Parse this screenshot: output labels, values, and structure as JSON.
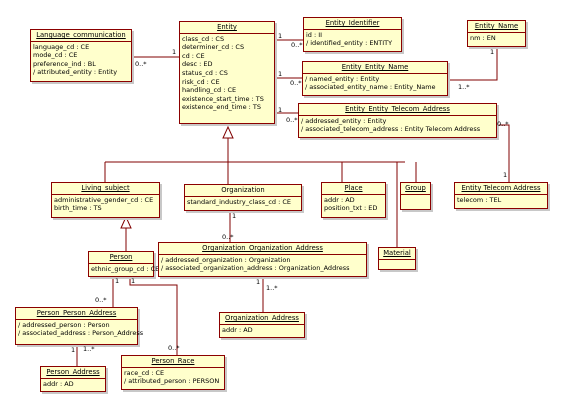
{
  "colors": {
    "box_fill": "#ffffcc",
    "box_border": "#8b0000",
    "line": "#800000",
    "shadow": "#c8c8c8"
  },
  "classes": {
    "language_communication": {
      "name": "Language_communication",
      "attrs": [
        "language_cd : CE",
        "mode_cd : CE",
        "preference_ind : BL",
        "/ attributed_entity : Entity"
      ]
    },
    "entity": {
      "name": "Entity",
      "attrs": [
        "class_cd : CS",
        "determiner_cd : CS",
        "cd : CE",
        "desc : ED",
        "status_cd : CS",
        "risk_cd : CE",
        "handling_cd : CE",
        "existence_start_time : TS",
        "existence_end_time : TS"
      ]
    },
    "entity_identifier": {
      "name": "Entity_Identifier",
      "attrs": [
        "id : II",
        "/ identified_entity : ENTITY"
      ]
    },
    "entity_name": {
      "name": "Entity_Name",
      "attrs": [
        "nm : EN"
      ]
    },
    "entity_entity_name": {
      "name": "Entity_Entity_Name",
      "attrs": [
        "/ named_entity : Entity",
        "/ associated_entity_name : Entity_Name"
      ]
    },
    "entity_entity_telecom_address": {
      "name": "Entity_Entity_Telecom_Address",
      "attrs": [
        "/ addressed_entity : Entity",
        "/ associated_telecom_address : Entity Telecom Address"
      ]
    },
    "living_subject": {
      "name": "Living_subject",
      "attrs": [
        "administrative_gender_cd : CE",
        "birth_time : TS"
      ]
    },
    "organization": {
      "name": "Organization",
      "attrs": [
        "standard_industry_class_cd : CE"
      ]
    },
    "place": {
      "name": "Place",
      "attrs": [
        "addr : AD",
        "position_txt : ED"
      ]
    },
    "group": {
      "name": "Group"
    },
    "entity_telecom_address": {
      "name": "Entity Telecom Address",
      "attrs": [
        "telecom : TEL"
      ]
    },
    "person": {
      "name": "Person",
      "attrs": [
        "ethnic_group_cd : CE"
      ]
    },
    "org_org_address": {
      "name": "Organization_Organization_Address",
      "attrs": [
        "/ addressed_organization : Organization",
        "/ associated_organization_address : Organization_Address"
      ]
    },
    "material": {
      "name": "Material"
    },
    "organization_address": {
      "name": "Organization_Address",
      "attrs": [
        "addr : AD"
      ]
    },
    "person_person_address": {
      "name": "Person_Person_Address",
      "attrs": [
        "/ addressed_person : Person",
        "/ associated_address : Person_Address"
      ]
    },
    "person_address": {
      "name": "Person_Address",
      "attrs": [
        "addr : AD"
      ]
    },
    "person_race": {
      "name": "Person_Race",
      "attrs": [
        "race_cd : CE",
        "/ attributed_person : PERSON"
      ]
    }
  },
  "labels": {
    "one": "1",
    "many": "0..*",
    "one_to_many": "1..*"
  }
}
